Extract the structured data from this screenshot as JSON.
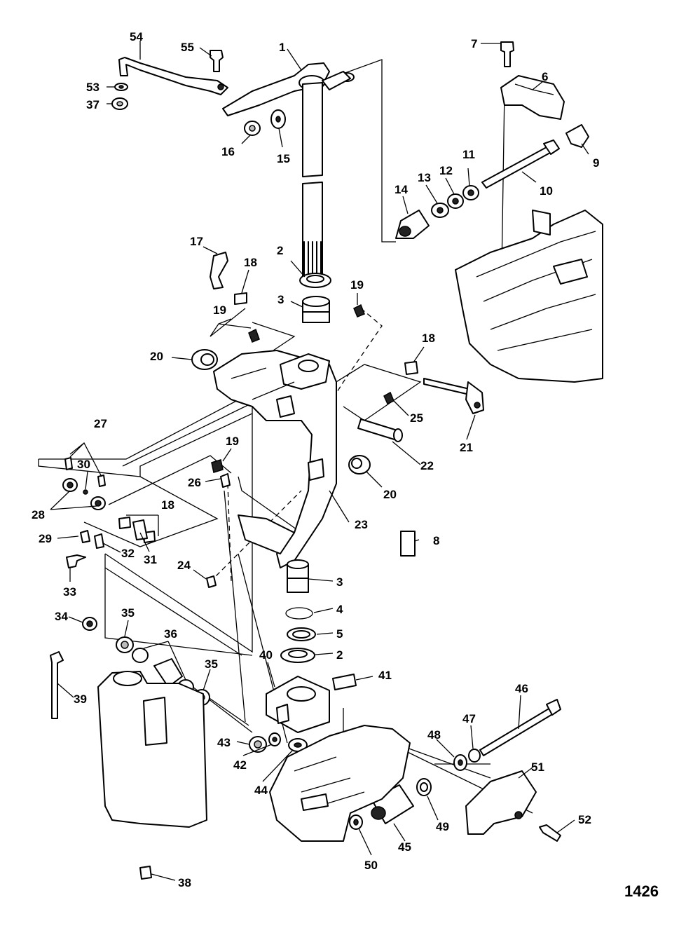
{
  "figure_number": "1426",
  "callouts": {
    "c1": "1",
    "c2a": "2",
    "c2b": "2",
    "c3a": "3",
    "c3b": "3",
    "c4": "4",
    "c5": "5",
    "c6": "6",
    "c7": "7",
    "c8": "8",
    "c9": "9",
    "c10": "10",
    "c11": "11",
    "c12": "12",
    "c13": "13",
    "c14": "14",
    "c15": "15",
    "c16": "16",
    "c17": "17",
    "c18a": "18",
    "c18b": "18",
    "c18c": "18",
    "c19a": "19",
    "c19b": "19",
    "c19c": "19",
    "c20a": "20",
    "c20b": "20",
    "c21": "21",
    "c22": "22",
    "c23": "23",
    "c24": "24",
    "c25": "25",
    "c26": "26",
    "c27": "27",
    "c28": "28",
    "c29": "29",
    "c30": "30",
    "c31": "31",
    "c32": "32",
    "c33": "33",
    "c34": "34",
    "c35a": "35",
    "c35b": "35",
    "c36": "36",
    "c37": "37",
    "c38": "38",
    "c39": "39",
    "c40": "40",
    "c41": "41",
    "c42": "42",
    "c43": "43",
    "c44": "44",
    "c45": "45",
    "c46": "46",
    "c47": "47",
    "c48": "48",
    "c49": "49",
    "c50": "50",
    "c51": "51",
    "c52": "52",
    "c53": "53",
    "c54": "54",
    "c55": "55"
  }
}
